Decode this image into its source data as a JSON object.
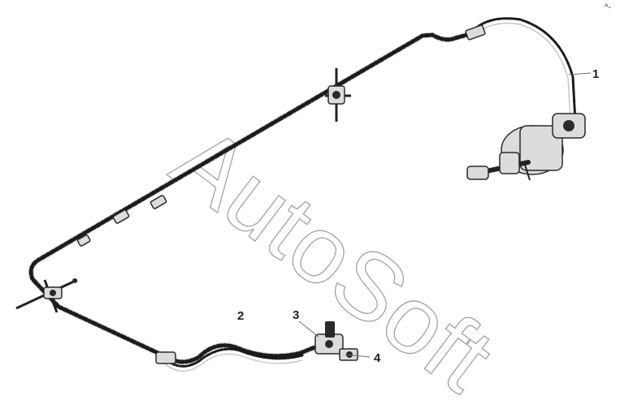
{
  "diagram": {
    "watermark": "AutoSoft",
    "corner_mark": "^-",
    "callouts": [
      {
        "id": "callout-1",
        "label": "1"
      },
      {
        "id": "callout-2",
        "label": "2"
      },
      {
        "id": "callout-3",
        "label": "3"
      },
      {
        "id": "callout-4",
        "label": "4"
      }
    ]
  }
}
